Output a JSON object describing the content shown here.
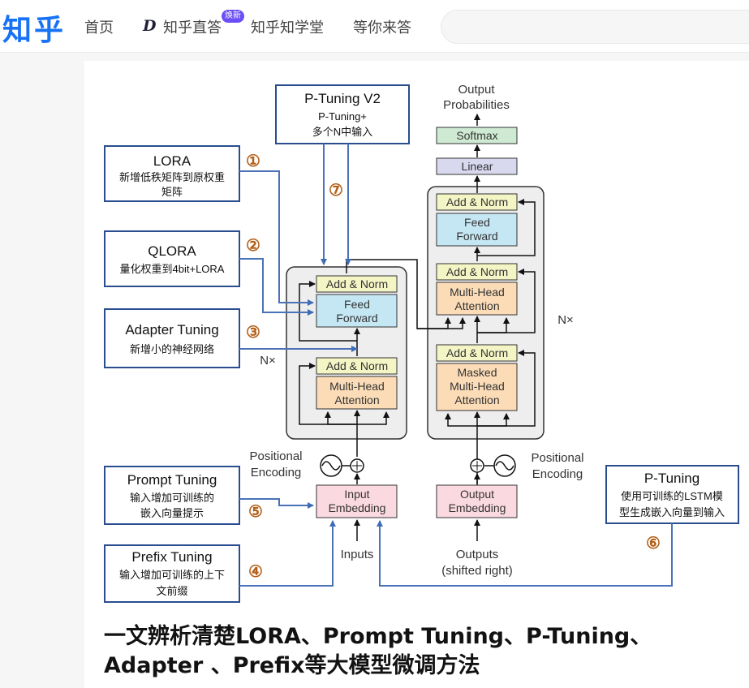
{
  "header": {
    "logo": "知乎",
    "nav": {
      "home": "首页",
      "zhida": "知乎直答",
      "zhida_badge": "焕新",
      "xuetang": "知乎知学堂",
      "waiting": "等你来答"
    }
  },
  "diagram": {
    "p_tuning_v2": {
      "title": "P-Tuning V2",
      "line1": "P-Tuning+",
      "line2": "多个N中输入"
    },
    "lora": {
      "title": "LORA",
      "line1": "新增低秩矩阵到原权重",
      "line2": "矩阵"
    },
    "qlora": {
      "title": "QLORA",
      "line1": "量化权重到4bit+LORA"
    },
    "adapter": {
      "title": "Adapter Tuning",
      "line1": "新增小的神经网络"
    },
    "prompt": {
      "title": "Prompt Tuning",
      "line1": "输入增加可训练的",
      "line2": "嵌入向量提示"
    },
    "prefix": {
      "title": "Prefix Tuning",
      "line1": "输入增加可训练的上下",
      "line2": "文前缀"
    },
    "p_tuning": {
      "title": "P-Tuning",
      "line1": "使用可训练的LSTM模",
      "line2": "型生成嵌入向量到输入"
    },
    "markers": {
      "m1": "①",
      "m2": "②",
      "m3": "③",
      "m4": "④",
      "m5": "⑤",
      "m6": "⑥",
      "m7": "⑦"
    },
    "output_prob_1": "Output",
    "output_prob_2": "Probabilities",
    "softmax": "Softmax",
    "linear": "Linear",
    "add_norm": "Add & Norm",
    "feed": "Feed",
    "forward": "Forward",
    "multi_head": "Multi-Head",
    "attention": "Attention",
    "masked": "Masked",
    "nx": "N×",
    "positional": "Positional",
    "encoding": "Encoding",
    "input_1": "Input",
    "embedding": "Embedding",
    "output_1": "Output",
    "inputs": "Inputs",
    "outputs": "Outputs",
    "shifted": "(shifted right)"
  },
  "article": {
    "title": "一文辨析清楚LORA、Prompt Tuning、P-Tuning、Adapter 、Prefix等大模型微调方法"
  }
}
